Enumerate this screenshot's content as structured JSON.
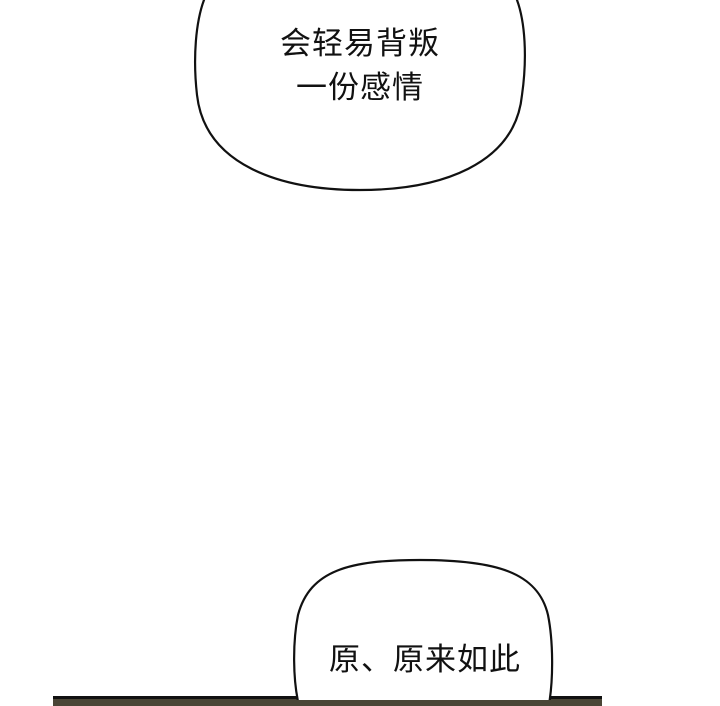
{
  "comic": {
    "bubbles": [
      {
        "id": "top",
        "lines": [
          "会轻易背叛",
          "一份感情"
        ]
      },
      {
        "id": "bottom",
        "lines": [
          "原、原来如此"
        ]
      }
    ],
    "colors": {
      "background": "#ffffff",
      "outline": "#111111",
      "panel": "#4a4536"
    }
  }
}
